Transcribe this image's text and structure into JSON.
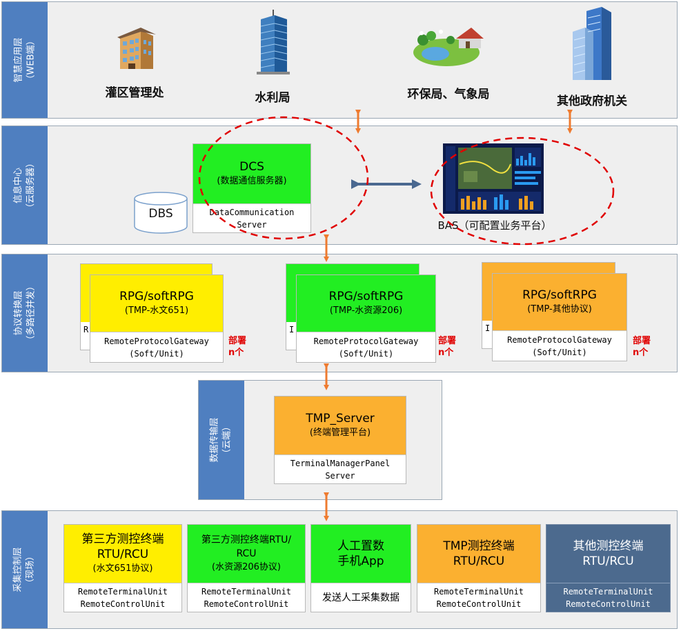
{
  "layers": {
    "application": {
      "label_line1": "智慧应用层",
      "label_line2": "（WEB端）"
    },
    "info_center": {
      "label_line1": "信息中心",
      "label_line2": "（云服务器）"
    },
    "protocol": {
      "label_line1": "协议转换层",
      "label_line2": "（多路径并发）"
    },
    "transport": {
      "label_line1": "数据传输层",
      "label_line2": "（云端）"
    },
    "collect": {
      "label_line1": "采集控制层",
      "label_line2": "（现场）"
    }
  },
  "apps": [
    {
      "label": "灌区管理处",
      "icon": "building-icon"
    },
    {
      "label": "水利局",
      "icon": "glass-tower-icon"
    },
    {
      "label": "环保局、气象局",
      "icon": "landscape-icon"
    },
    {
      "label": "其他政府机关",
      "icon": "skyscraper-icon"
    }
  ],
  "dcs": {
    "title": "DCS",
    "subtitle": "(数据通信服务器)",
    "desc_line1": "DataCommunication",
    "desc_line2": "Server",
    "color": "#22ee22"
  },
  "dbs": {
    "label": "DBS"
  },
  "bas": {
    "label": "BAS（可配置业务平台）"
  },
  "rpg": [
    {
      "title": "RPG/softRPG",
      "subtitle": "(TMP-水文651)",
      "desc_line1": "RemoteProtocolGateway",
      "desc_line2": "(Soft/Unit)",
      "color": "#ffee00",
      "back_stub": "R"
    },
    {
      "title": "RPG/softRPG",
      "subtitle": "(TMP-水资源206)",
      "desc_line1": "RemoteProtocolGateway",
      "desc_line2": "(Soft/Unit)",
      "color": "#22ee22",
      "back_stub": "I"
    },
    {
      "title": "RPG/softRPG",
      "subtitle": "(TMP-其他协议)",
      "desc_line1": "RemoteProtocolGateway",
      "desc_line2": "(Soft/Unit)",
      "color": "#fbb030",
      "back_stub": "I"
    }
  ],
  "deploy_note": {
    "line1": "部署",
    "line2": "n个"
  },
  "tmp_server": {
    "title": "TMP_Server",
    "subtitle": "(终端管理平台)",
    "desc_line1": "TerminalManagerPanel",
    "desc_line2": "Server",
    "color": "#fbb030"
  },
  "terminals": [
    {
      "line1": "第三方测控终端",
      "line2": "RTU/RCU",
      "line3": "(水文651协议)",
      "desc_line1": "RemoteTerminalUnit",
      "desc_line2": "RemoteControlUnit",
      "color": "#ffee00"
    },
    {
      "line1": "第三方测控终端RTU/",
      "line2": "RCU",
      "line3": "(水资源206协议)",
      "desc_line1": "RemoteTerminalUnit",
      "desc_line2": "RemoteControlUnit",
      "color": "#22ee22"
    },
    {
      "line1": "人工置数",
      "line2": "手机App",
      "line3": "",
      "desc_line1": "发送人工采集数据",
      "desc_line2": "",
      "color": "#22ee22"
    },
    {
      "line1": "TMP测控终端",
      "line2": "RTU/RCU",
      "line3": "",
      "desc_line1": "RemoteTerminalUnit",
      "desc_line2": "RemoteControlUnit",
      "color": "#fbb030"
    },
    {
      "line1": "其他测控终端",
      "line2": "RTU/RCU",
      "line3": "",
      "desc_line1": "RemoteTerminalUnit",
      "desc_line2": "RemoteControlUnit",
      "color": "#4c6a8e"
    }
  ],
  "colors": {
    "layer_bg": "#efefef",
    "sidebar": "#4f7fc0",
    "arrow": "#ee7b30",
    "dashed_ellipse": "#e00000",
    "double_arrow": "#4a6890"
  }
}
